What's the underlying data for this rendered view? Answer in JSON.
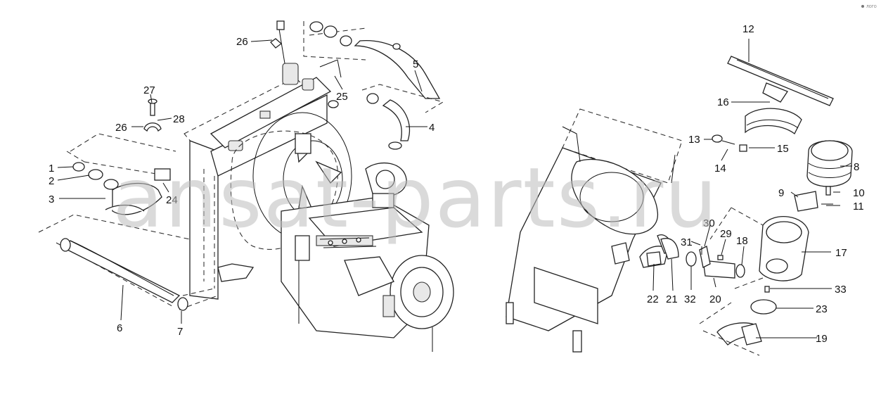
{
  "watermark": "ansat-parts.ru",
  "corner_mark": "ЛОГО",
  "callouts": [
    "1",
    "2",
    "3",
    "4",
    "5",
    "6",
    "7",
    "8",
    "9",
    "10",
    "11",
    "12",
    "13",
    "14",
    "15",
    "16",
    "17",
    "18",
    "19",
    "20",
    "21",
    "22",
    "23",
    "24",
    "25",
    "26",
    "26",
    "27",
    "28",
    "29",
    "30",
    "31",
    "32",
    "33"
  ]
}
